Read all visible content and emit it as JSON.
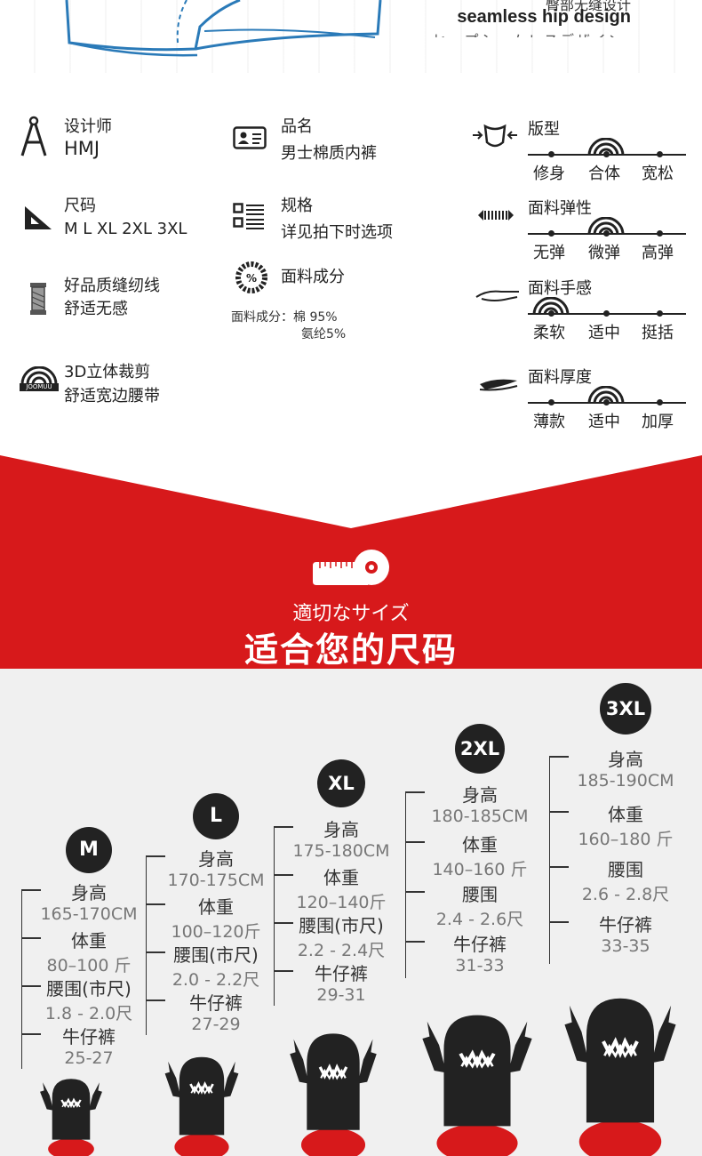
{
  "hero": {
    "hip_cn": "臀部无缝设计",
    "hip_en": "seamless hip design",
    "hip_jp": "ヒップシームレスデザイン"
  },
  "specs": {
    "designer": {
      "label": "设计师",
      "value": "HMJ",
      "icon": "compass-icon"
    },
    "product": {
      "label": "品名",
      "value": "男士棉质内裤",
      "icon": "id-card-icon"
    },
    "size": {
      "label": "尺码",
      "value": "M L XL 2XL 3XL",
      "icon": "ruler-triangle-icon"
    },
    "spec": {
      "label": "规格",
      "value": "详见拍下时选项",
      "icon": "checklist-icon"
    },
    "thread": {
      "label": "好品质缝纫线",
      "value": "舒适无感",
      "icon": "thread-spool-icon"
    },
    "fabric": {
      "label": "面料成分",
      "icon": "percent-gauge-icon",
      "note_line1": "面料成分：棉 95%",
      "note_line2": "氨纶5%"
    },
    "cut": {
      "label": "3D立体裁剪",
      "value": "舒适宽边腰带",
      "icon": "joomuu-logo-icon",
      "logo_text": "JOOMUU"
    }
  },
  "scales": [
    {
      "title": "版型",
      "icon": "waist-fit-icon",
      "labels": [
        "修身",
        "合体",
        "宽松"
      ],
      "selected": 1
    },
    {
      "title": "面料弹性",
      "icon": "stretch-icon",
      "labels": [
        "无弹",
        "微弹",
        "高弹"
      ],
      "selected": 1
    },
    {
      "title": "面料手感",
      "icon": "hand-touch-icon",
      "labels": [
        "柔软",
        "适中",
        "挺括"
      ],
      "selected": 0
    },
    {
      "title": "面料厚度",
      "icon": "fabric-layer-icon",
      "labels": [
        "薄款",
        "适中",
        "加厚"
      ],
      "selected": 1
    }
  ],
  "banner": {
    "subtitle_jp": "適切なサイズ",
    "title": "适合您的尺码",
    "color": "#d7191b"
  },
  "sizes": [
    {
      "size": "M",
      "rows": [
        [
          "身高",
          "165-170CM"
        ],
        [
          "体重",
          "80–100 斤"
        ],
        [
          "腰围(市尺)",
          "1.8 - 2.0尺"
        ],
        [
          "牛仔裤",
          "25-27"
        ]
      ]
    },
    {
      "size": "L",
      "rows": [
        [
          "身高",
          "170-175CM"
        ],
        [
          "体重",
          "100–120斤"
        ],
        [
          "腰围(市尺)",
          "2.0 - 2.2尺"
        ],
        [
          "牛仔裤",
          "27-29"
        ]
      ]
    },
    {
      "size": "XL",
      "rows": [
        [
          "身高",
          "175-180CM"
        ],
        [
          "体重",
          "120–140斤"
        ],
        [
          "腰围(市尺)",
          "2.2 - 2.4尺"
        ],
        [
          "牛仔裤",
          "29-31"
        ]
      ]
    },
    {
      "size": "2XL",
      "rows": [
        [
          "身高",
          "180-185CM"
        ],
        [
          "体重",
          "140–160 斤"
        ],
        [
          "腰围",
          "2.4 - 2.6尺"
        ],
        [
          "牛仔裤",
          "31-33"
        ]
      ]
    },
    {
      "size": "3XL",
      "rows": [
        [
          "身高",
          "185-190CM"
        ],
        [
          "体重",
          "160–180 斤"
        ],
        [
          "腰围",
          "2.6 - 2.8尺"
        ],
        [
          "牛仔裤",
          "33-35"
        ]
      ]
    }
  ]
}
